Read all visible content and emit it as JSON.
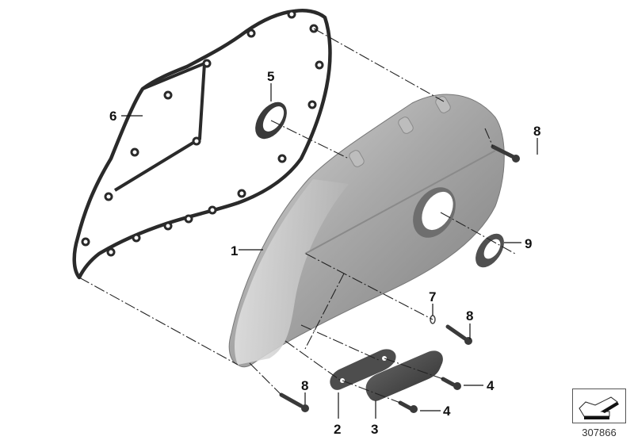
{
  "diagram": {
    "type": "exploded-parts-diagram",
    "subject": "Timing/belt cover assembly",
    "reference_number": "307866",
    "callouts": [
      {
        "id": "1",
        "label": "1",
        "part": "cover"
      },
      {
        "id": "2",
        "label": "2",
        "part": "gasket plate"
      },
      {
        "id": "3",
        "label": "3",
        "part": "badge / emblem plate"
      },
      {
        "id": "4a",
        "label": "4",
        "part": "screw (upper)"
      },
      {
        "id": "4b",
        "label": "4",
        "part": "screw (lower)"
      },
      {
        "id": "5",
        "label": "5",
        "part": "shaft seal"
      },
      {
        "id": "6",
        "label": "6",
        "part": "cover gasket"
      },
      {
        "id": "7",
        "label": "7",
        "part": "o-ring / washer"
      },
      {
        "id": "8a",
        "label": "8",
        "part": "bolt (top right)"
      },
      {
        "id": "8b",
        "label": "8",
        "part": "bolt (middle)"
      },
      {
        "id": "8c",
        "label": "8",
        "part": "bolt (bottom left)"
      },
      {
        "id": "9",
        "label": "9",
        "part": "seal ring"
      }
    ],
    "colors": {
      "background": "#ffffff",
      "cover_fill": "#a7a7a7",
      "cover_light": "#cfcfcf",
      "cover_dark": "#7d7d7d",
      "gasket_stroke": "#2a2a2a",
      "parts_dark": "#3e3e3e",
      "label": "#111111"
    }
  }
}
